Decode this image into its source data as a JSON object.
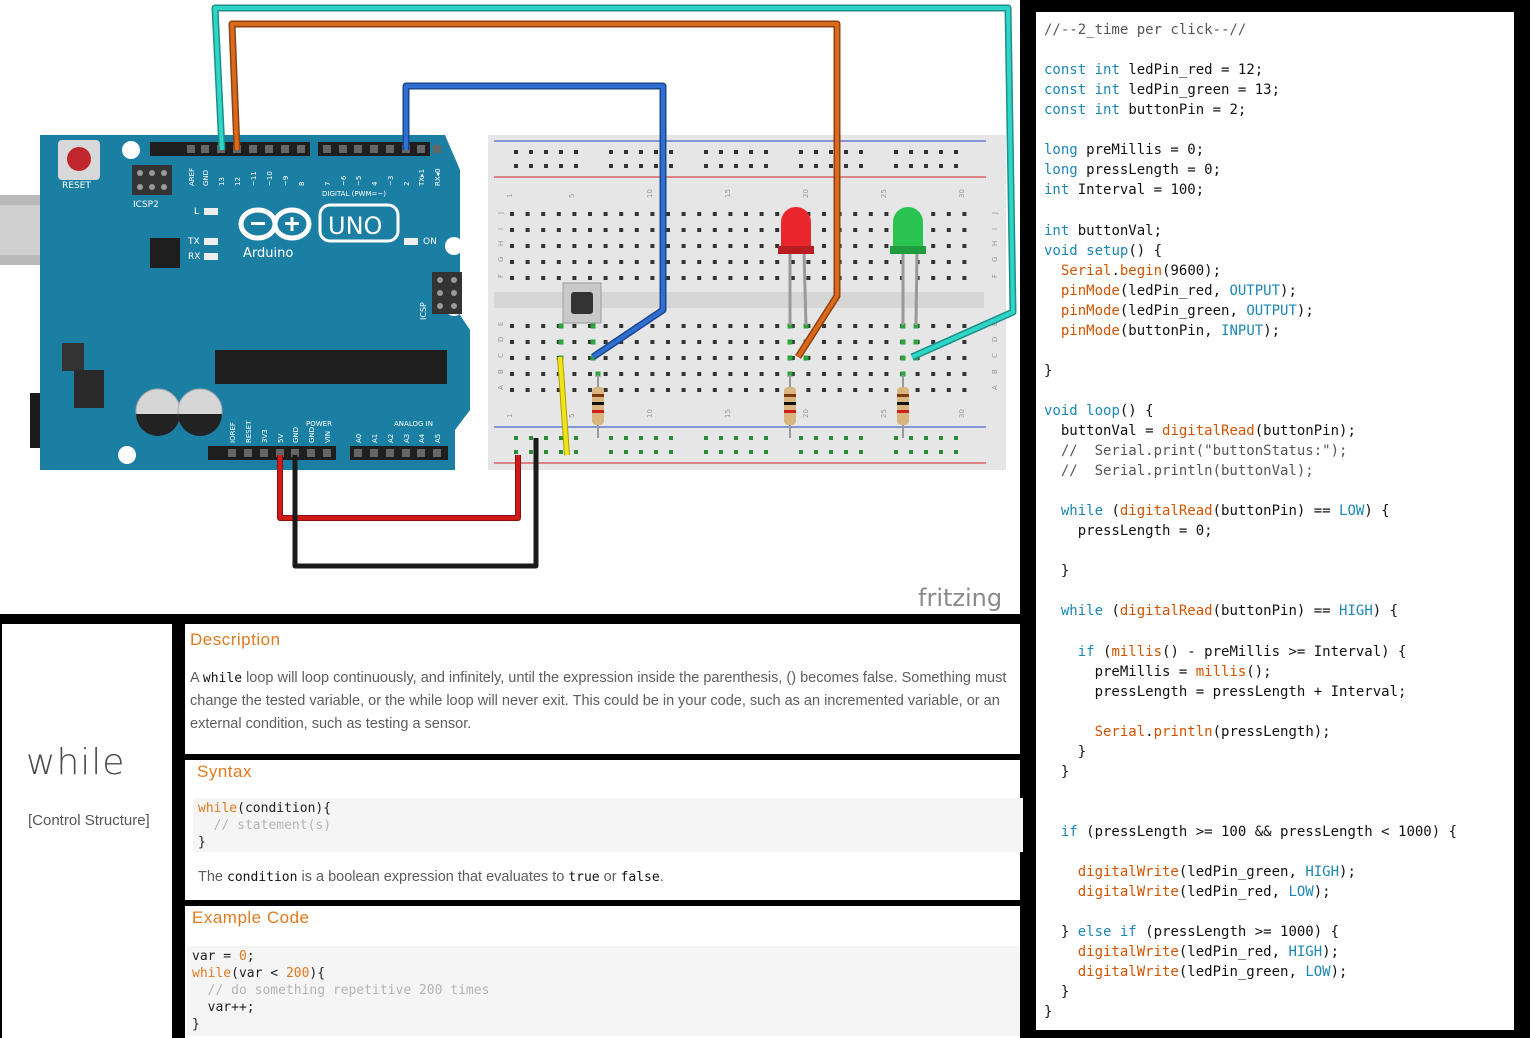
{
  "circuit": {
    "arduino_labels": {
      "reset": "RESET",
      "icsp2": "ICSP2",
      "icsp": "ICSP",
      "l": "L",
      "tx": "TX",
      "rx": "RX",
      "on": "ON",
      "uno": "UNO",
      "brand": "Arduino",
      "digital": "DIGITAL (PWM=~)",
      "power": "POWER",
      "analog": "ANALOG IN",
      "top_pins": [
        "AREF",
        "GND",
        "13",
        "12",
        "~11",
        "~10",
        "~9",
        "8",
        "7",
        "~6",
        "~5",
        "4",
        "~3",
        "2",
        "TX▸1",
        "RX◂0"
      ],
      "bottom_pins": [
        "IOREF",
        "RESET",
        "3V3",
        "5V",
        "GND",
        "GND",
        "VIN",
        "A0",
        "A1",
        "A2",
        "A3",
        "A4",
        "A5"
      ]
    },
    "breadboard_numbers": [
      "1",
      "5",
      "10",
      "15",
      "20",
      "25",
      "30"
    ],
    "breadboard_letters": [
      "J",
      "I",
      "H",
      "G",
      "F",
      "E",
      "D",
      "C",
      "B",
      "A"
    ],
    "watermark": "fritzing",
    "colors": {
      "board": "#1b7fa3",
      "wire_cyan": "#2fd6c8",
      "wire_orange": "#d9691d",
      "wire_blue": "#2f6fd1",
      "wire_red": "#d01a1a",
      "wire_black": "#1a1a1a",
      "wire_yellow": "#f2e41a",
      "led_red": "#e8262c",
      "led_green": "#28c44f"
    }
  },
  "code": {
    "lines": [
      "//--2_time per click--//",
      "",
      "const int ledPin_red = 12;",
      "const int ledPin_green = 13;",
      "const int buttonPin = 2;",
      "",
      "long preMillis = 0;",
      "long pressLength = 0;",
      "int Interval = 100;",
      "",
      "int buttonVal;",
      "void setup() {",
      "  Serial.begin(9600);",
      "  pinMode(ledPin_red, OUTPUT);",
      "  pinMode(ledPin_green, OUTPUT);",
      "  pinMode(buttonPin, INPUT);",
      "",
      "}",
      "",
      "void loop() {",
      "  buttonVal = digitalRead(buttonPin);",
      "  //  Serial.print(\"buttonStatus:\");",
      "  //  Serial.println(buttonVal);",
      "",
      "  while (digitalRead(buttonPin) == LOW) {",
      "    pressLength = 0;",
      "",
      "  }",
      "",
      "  while (digitalRead(buttonPin) == HIGH) {",
      "",
      "    if (millis() - preMillis >= Interval) {",
      "      preMillis = millis();",
      "      pressLength = pressLength + Interval;",
      "",
      "      Serial.println(pressLength);",
      "    }",
      "  }",
      "",
      "",
      "  if (pressLength >= 100 && pressLength < 1000) {",
      "",
      "    digitalWrite(ledPin_green, HIGH);",
      "    digitalWrite(ledPin_red, LOW);",
      "",
      "  } else if (pressLength >= 1000) {",
      "    digitalWrite(ledPin_red, HIGH);",
      "    digitalWrite(ledPin_green, LOW);",
      "  }",
      "}"
    ]
  },
  "reference": {
    "title": "while",
    "subtitle": "[Control Structure]",
    "description": {
      "heading": "Description",
      "text_a": "A ",
      "keyword": "while",
      "text_b": " loop will loop continuously, and infinitely, until the expression inside the parenthesis, () becomes false. Something must change the tested variable, or the while loop will never exit. This could be in your code, such as an incremented variable, or an external condition, such as testing a sensor."
    },
    "syntax": {
      "heading": "Syntax",
      "kw": "while",
      "l1_rest": "(condition){",
      "l2": "  // statement(s)",
      "l3": "}",
      "text_a": "The ",
      "condition": "condition",
      "text_b": " is a boolean expression that evaluates to ",
      "true_word": "true",
      "text_c": " or ",
      "false_word": "false",
      "text_d": "."
    },
    "example": {
      "heading": "Example Code",
      "l1_a": "var = ",
      "l1_num": "0",
      "l1_b": ";",
      "l2_kw": "while",
      "l2_a": "(var < ",
      "l2_num": "200",
      "l2_b": "){",
      "l3": "  // do something repetitive 200 times",
      "l4": "  var++;",
      "l5": "}"
    }
  }
}
